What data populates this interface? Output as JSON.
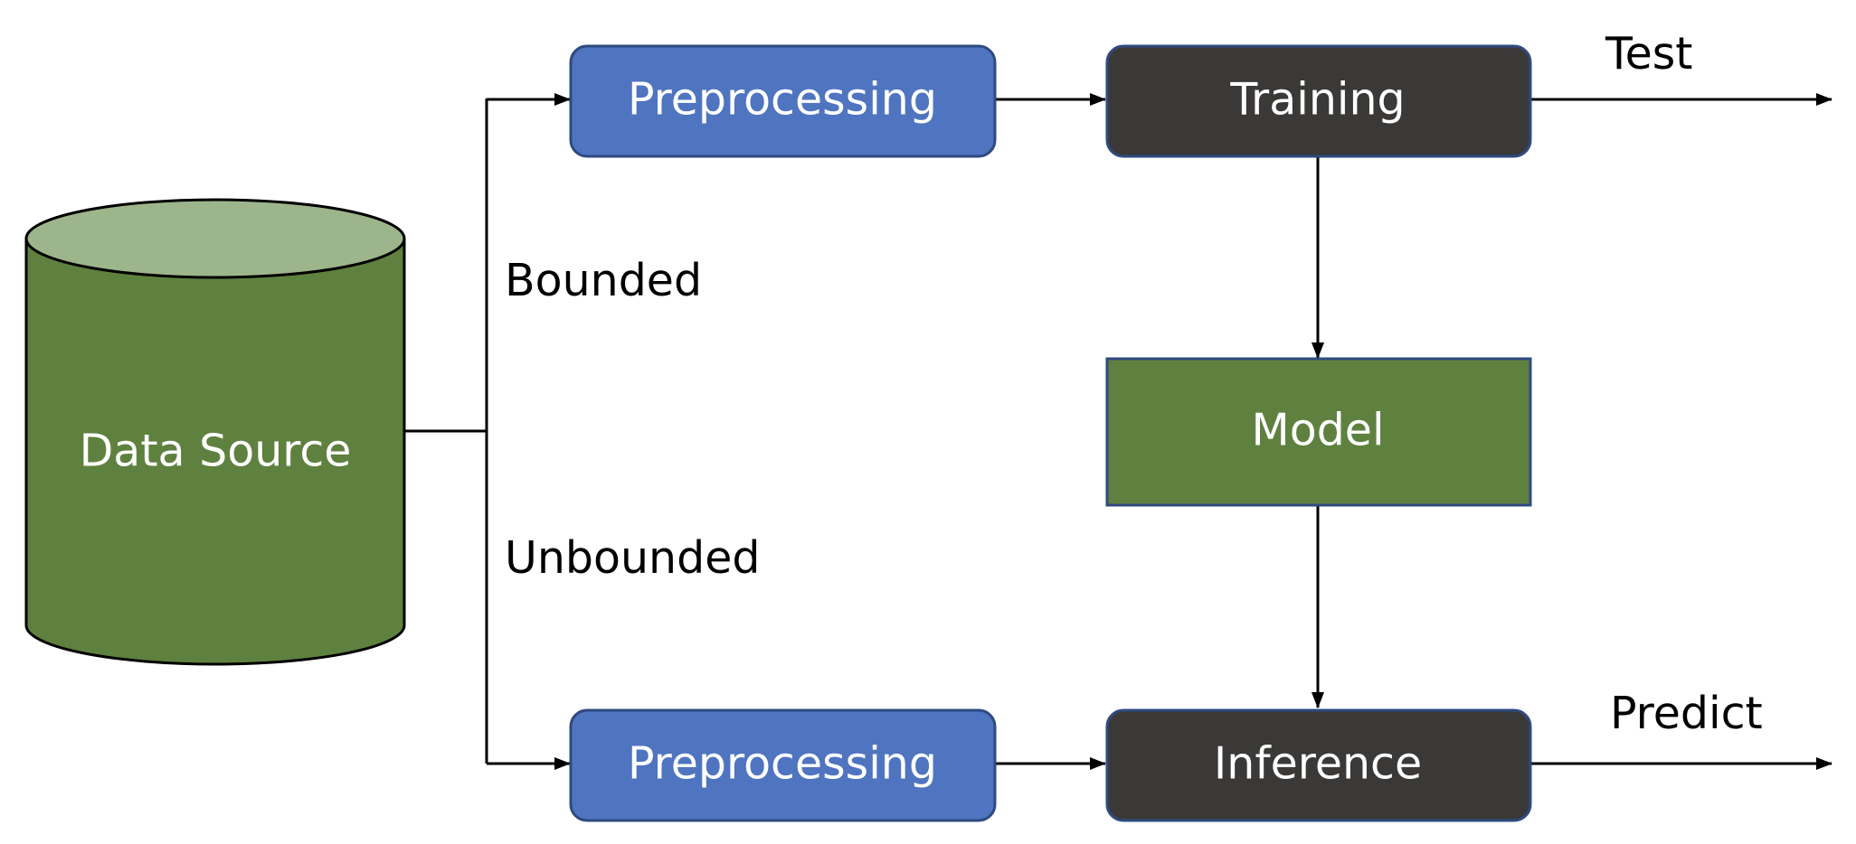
{
  "nodes": {
    "data_source": {
      "label": "Data Source",
      "shape": "cylinder",
      "fill": "#5f813f",
      "top_fill": "#9db58a"
    },
    "preprocessing_top": {
      "label": "Preprocessing",
      "shape": "rounded-rect",
      "fill": "#4f74c0"
    },
    "preprocessing_bottom": {
      "label": "Preprocessing",
      "shape": "rounded-rect",
      "fill": "#4f74c0"
    },
    "training": {
      "label": "Training",
      "shape": "rounded-rect",
      "fill": "#3a3938"
    },
    "model": {
      "label": "Model",
      "shape": "rect",
      "fill": "#5f813f"
    },
    "inference": {
      "label": "Inference",
      "shape": "rounded-rect",
      "fill": "#3a3938"
    }
  },
  "edge_labels": {
    "bounded": "Bounded",
    "unbounded": "Unbounded",
    "test": "Test",
    "predict": "Predict"
  },
  "edges": [
    {
      "from": "data_source",
      "to": "preprocessing_top",
      "label": "Bounded"
    },
    {
      "from": "data_source",
      "to": "preprocessing_bottom",
      "label": "Unbounded"
    },
    {
      "from": "preprocessing_top",
      "to": "training"
    },
    {
      "from": "preprocessing_bottom",
      "to": "inference"
    },
    {
      "from": "training",
      "to": "model"
    },
    {
      "from": "model",
      "to": "inference"
    },
    {
      "from": "training",
      "to": "output",
      "label": "Test"
    },
    {
      "from": "inference",
      "to": "output",
      "label": "Predict"
    }
  ]
}
